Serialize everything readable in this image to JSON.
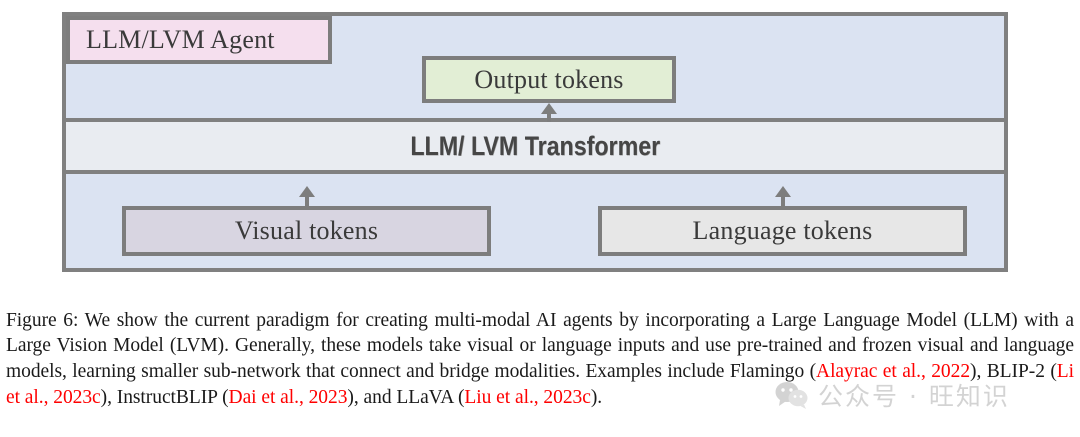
{
  "figure": {
    "boxes": {
      "agent": "LLM/LVM Agent",
      "output": "Output tokens",
      "transformer": "LLM/ LVM Transformer",
      "visual": "Visual tokens",
      "language": "Language tokens"
    },
    "arrows": [
      "visual-tokens-to-transformer",
      "language-tokens-to-transformer",
      "transformer-to-output-tokens"
    ],
    "colors": {
      "panel_background": "#dbe3f2",
      "panel_border": "#808080",
      "agent_box": "#f5dfee",
      "output_box": "#e2eed5",
      "transformer_band": "#e9ecf1",
      "visual_box": "#d8d5e1",
      "language_box": "#e7e7e7",
      "citation_link": "#ff0000"
    }
  },
  "caption": {
    "part1": "Figure 6: We show the current paradigm for creating multi-modal AI agents by incorporating a Large Language Model (LLM) with a Large Vision Model (LVM). Generally, these models take visual or language inputs and use pre-trained and frozen visual and language models, learning smaller sub-network that connect and bridge modalities. Examples include Flamingo (",
    "cite1": "Alayrac et al., 2022",
    "part2": "), BLIP-2 (",
    "cite2": "Li et al., 2023c",
    "part3": "), InstructBLIP (",
    "cite3": "Dai et al., 2023",
    "part4": "), and LLaVA (",
    "cite4": "Liu et al., 2023c",
    "part5": ")."
  },
  "watermark": {
    "icon": "wechat-logo-icon",
    "text": "公众号 · 旺知识"
  }
}
